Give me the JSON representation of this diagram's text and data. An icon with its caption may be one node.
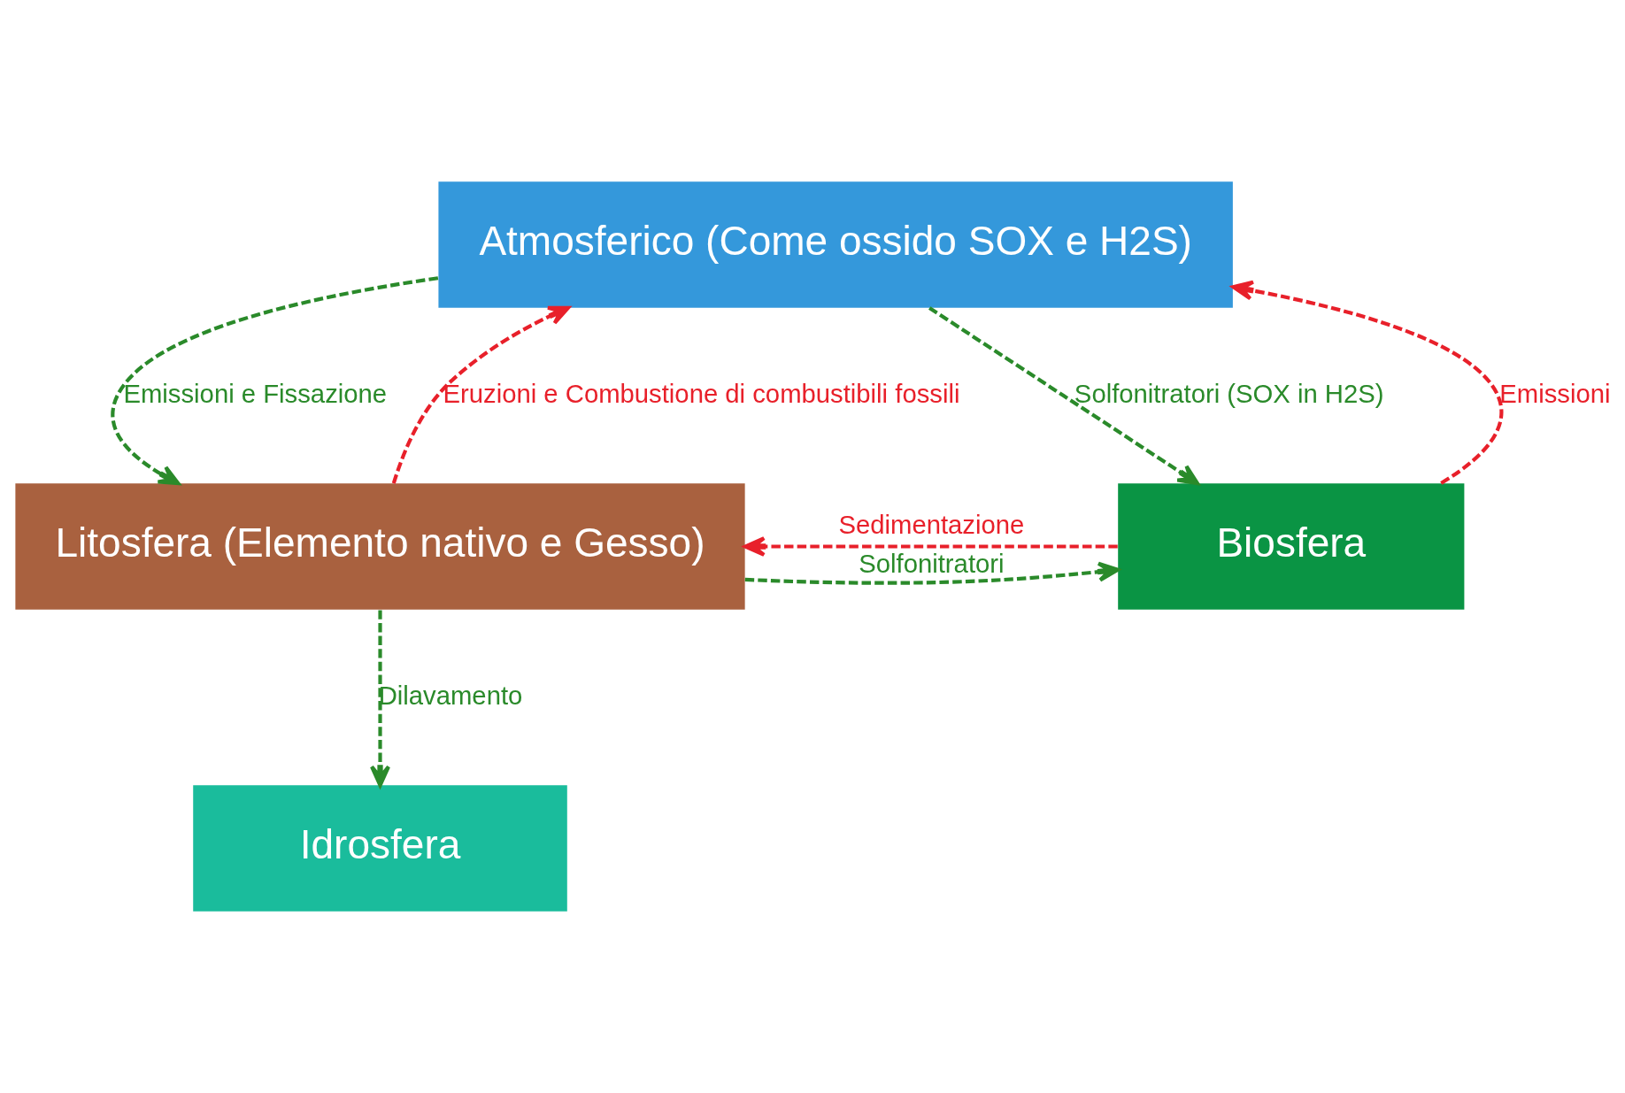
{
  "diagram": {
    "nodes": [
      {
        "text": [
          "Atmosferico (Come ossido SOX e H2S)"
        ]
      },
      {
        "text": [
          "Litosfera (Elemento nativo e Gesso)"
        ]
      },
      {
        "text": [
          "Biosfera"
        ]
      },
      {
        "text": [
          "Idrosfera"
        ]
      }
    ],
    "edges": [
      {
        "from": 1,
        "to": 0,
        "arrow": "to",
        "label": "Eruzioni e Combustione di combustibili fossili",
        "style": "dashed",
        "color": "#e8202a"
      },
      {
        "from": 0,
        "to": 1,
        "arrow": "to",
        "label": "Emissioni e Fissazione",
        "style": "dashed"
      },
      {
        "from": 2,
        "to": 0,
        "arrow": "to",
        "label": "Emissioni",
        "style": "dashed",
        "color": "#e8202a"
      },
      {
        "from": 0,
        "to": 2,
        "arrow": "to",
        "label": "Solfonitratori (SOX in H2S)",
        "style": "dashed"
      },
      {
        "from": 1,
        "to": 2,
        "arrow": "to",
        "label": "Solfonitratori",
        "style": "dashed"
      },
      {
        "from": 2,
        "to": 1,
        "arrow": "to",
        "label": "Sedimentazione",
        "style": "dashed",
        "color": "#e8202a"
      },
      {
        "from": 1,
        "to": 3,
        "arrow": "to",
        "label": "Dilavamento",
        "style": "dashed"
      }
    ]
  }
}
